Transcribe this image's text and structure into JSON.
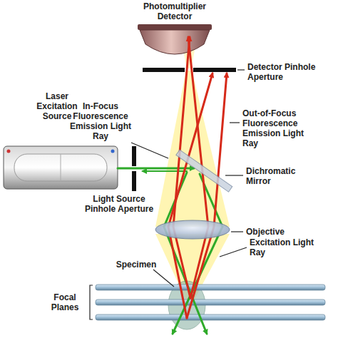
{
  "diagram": {
    "labels": [
      "Photomultiplier Detector",
      "Detector Pinhole Aperture",
      "In-Focus Fluorescence Emission Light Ray",
      "Out-of-Focus Fluorescence Emission Light Ray",
      "Laser Excitation Source",
      "Dichromatic Mirror",
      "Light Source Pinhole Aperture",
      "Objective",
      "Excitation Light Ray",
      "Specimen",
      "Focal Planes"
    ]
  }
}
